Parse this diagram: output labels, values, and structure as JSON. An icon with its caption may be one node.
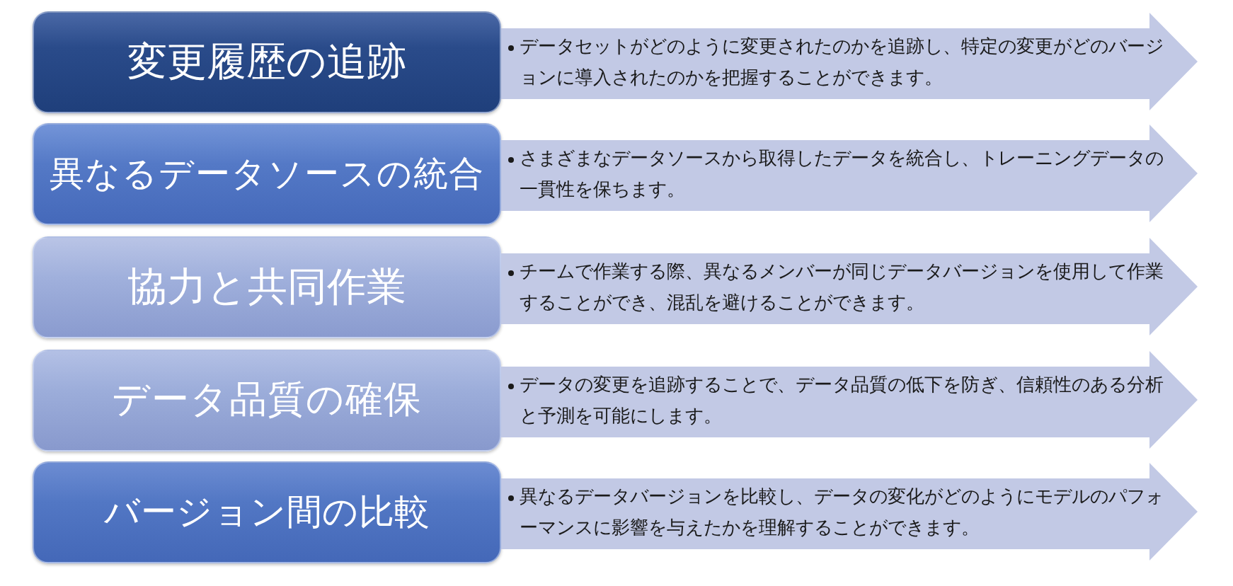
{
  "diagram": {
    "nodes": [
      {
        "text": [
          "変更履歴の追跡"
        ]
      },
      {
        "text": [
          "データセットがどのように変更されたのかを追跡し、特定の変更がどのバージョンに導入されたのかを把握することができます。"
        ]
      },
      {
        "text": [
          "異なるデータソースの統合"
        ]
      },
      {
        "text": [
          "さまざまなデータソースから取得したデータを統合し、トレーニングデータの一貫性を保ちます。"
        ]
      },
      {
        "text": [
          "協力と共同作業"
        ]
      },
      {
        "text": [
          "チームで作業する際、異なるメンバーが同じデータバージョンを使用して作業することができ、混乱を避けることができます。"
        ]
      },
      {
        "text": [
          "データ品質の確保"
        ]
      },
      {
        "text": [
          "データの変更を追跡することで、データ品質の低下を防ぎ、信頼性のある分析と予測を可能にします。"
        ]
      },
      {
        "text": [
          "バージョン間の比較"
        ]
      },
      {
        "text": [
          "異なるデータバージョンを比較し、データの変化がどのようにモデルのパフォーマンスに影響を与えたかを理解することができます。"
        ]
      }
    ]
  }
}
